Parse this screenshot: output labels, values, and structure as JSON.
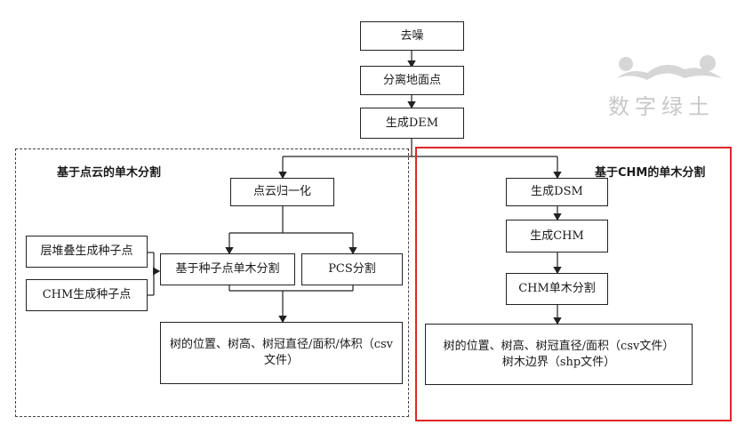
{
  "top_flow": {
    "denoise": "去噪",
    "ground_sep": "分离地面点",
    "gen_dem": "生成DEM"
  },
  "left_group": {
    "title": "基于点云的单木分割",
    "normalize": "点云归一化",
    "layer_seed": "层堆叠生成种子点",
    "chm_seed": "CHM生成种子点",
    "seed_seg": "基于种子点单木分割",
    "pcs_seg": "PCS分割",
    "output": "树的位置、树高、树冠直径/面积/体积（csv文件）"
  },
  "right_group": {
    "title": "基于CHM的单木分割",
    "gen_dsm": "生成DSM",
    "gen_chm": "生成CHM",
    "chm_seg": "CHM单木分割",
    "output_line1": "树的位置、树高、树冠直径/面积（csv文件）",
    "output_line2": "树木边界（shp文件）"
  },
  "watermark": {
    "text": "数字绿土"
  }
}
